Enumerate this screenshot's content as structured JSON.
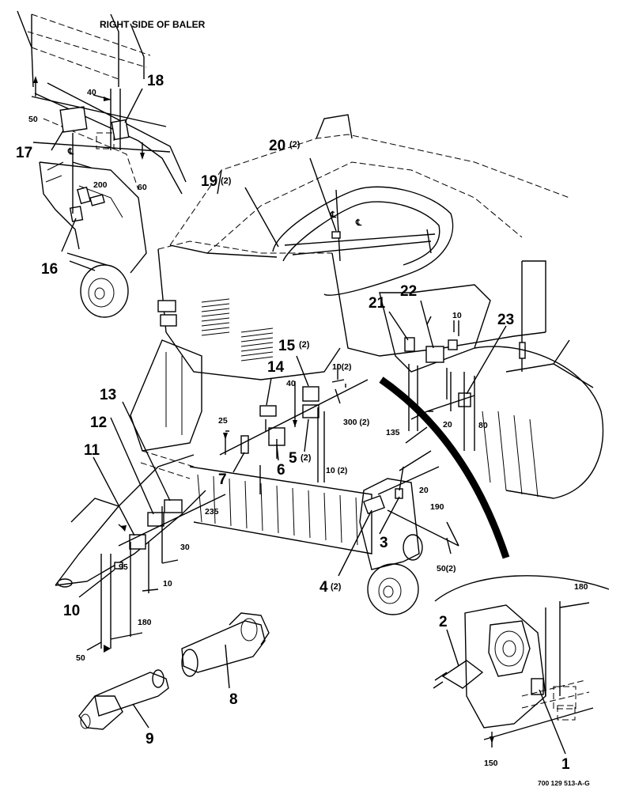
{
  "title": "RIGHT SIDE OF BALER",
  "drawing_number": "700 129 513-A-G",
  "callouts": {
    "c1": "1",
    "c2": "2",
    "c3": "3",
    "c4": "4",
    "c4q": "(2)",
    "c5": "5",
    "c5q": "(2)",
    "c6": "6",
    "c7": "7",
    "c8": "8",
    "c9": "9",
    "c10": "10",
    "c11": "11",
    "c12": "12",
    "c13": "13",
    "c14": "14",
    "c15": "15",
    "c15q": "(2)",
    "c16": "16",
    "c17": "17",
    "c18": "18",
    "c19": "19",
    "c19q": "(2)",
    "c20": "20",
    "c20q": "(2)",
    "c21": "21",
    "c22": "22",
    "c23": "23"
  },
  "dimensions": {
    "d50a": "50",
    "d40a": "40",
    "d60": "60",
    "d200": "200",
    "d25": "25",
    "d40b": "40",
    "d10q_a": "10(2)",
    "d300q": "300 (2)",
    "d10q_b": "10 (2)",
    "d235": "235",
    "d10a": "10",
    "d20a": "20",
    "d135": "135",
    "d80": "80",
    "d20b": "20",
    "d190": "190",
    "d50q": "50(2)",
    "d95": "95",
    "d30": "30",
    "d10b": "10",
    "d180a": "180",
    "d50b": "50",
    "d180b": "180",
    "d150": "150"
  },
  "symbols": {
    "centerline": "℄"
  }
}
